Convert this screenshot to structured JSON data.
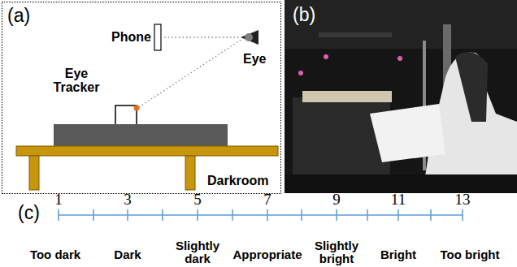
{
  "diagram": {
    "nodes": [
      {
        "text": [
          "(a)",
          "Phone",
          "Eye Tracker",
          "Eye",
          "Darkroom"
        ]
      }
    ],
    "labels": [
      "(b)",
      "(c)",
      "1",
      "3",
      "5",
      "7",
      "9",
      "11",
      "13",
      "Too dark",
      "Dark",
      "Slightly dark",
      "Appropriate",
      "Slightly bright",
      "Bright",
      "Too bright"
    ]
  }
}
